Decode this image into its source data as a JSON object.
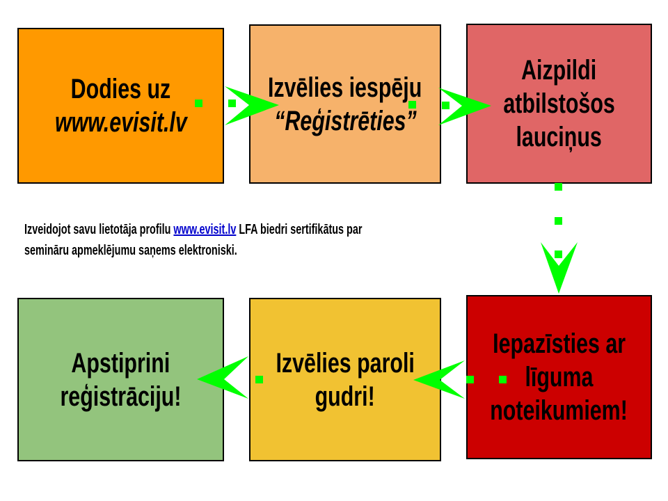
{
  "colors": {
    "arrow": "#00FF00",
    "link": "#0000CC",
    "border": "#000000"
  },
  "steps": [
    {
      "lines": [
        "Dodies uz",
        "www.evisit.lv"
      ],
      "color": "#FF9900"
    },
    {
      "lines": [
        "Izvēlies iespēju",
        "“Reģistrēties”"
      ],
      "color": "#F6B26B"
    },
    {
      "lines": [
        "Aizpildi",
        "atbilstošos",
        "lauciņus"
      ],
      "color": "#E06666"
    },
    {
      "lines": [
        "Iepazīsties ar",
        "līguma",
        "noteikumiem!"
      ],
      "color": "#CC0000"
    },
    {
      "lines": [
        "Izvēlies paroli",
        "gudri!"
      ],
      "color": "#F1C232"
    },
    {
      "lines": [
        "Apstiprini",
        "reģistrāciju!"
      ],
      "color": "#93C47D"
    }
  ],
  "note": {
    "before_link": "Izveidojot savu lietotāja profilu",
    "link": "www.evisit.lv",
    "after_link": "LFA biedri sertifikātus par",
    "line2": "semināru apmeklējumu saņems elektroniski."
  }
}
